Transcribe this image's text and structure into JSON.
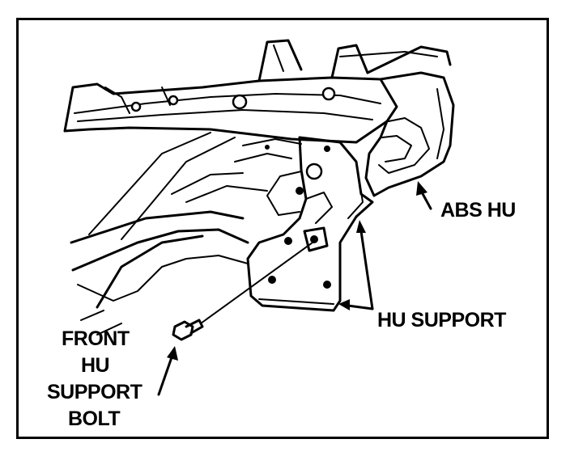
{
  "labels": {
    "abs_hu": "ABS HU",
    "hu_support": "HU SUPPORT",
    "front_bolt_line1": "FRONT",
    "front_bolt_line2": "HU",
    "front_bolt_line3": "SUPPORT",
    "front_bolt_line4": "BOLT"
  },
  "colors": {
    "ink": "#000000",
    "paper": "#ffffff"
  }
}
